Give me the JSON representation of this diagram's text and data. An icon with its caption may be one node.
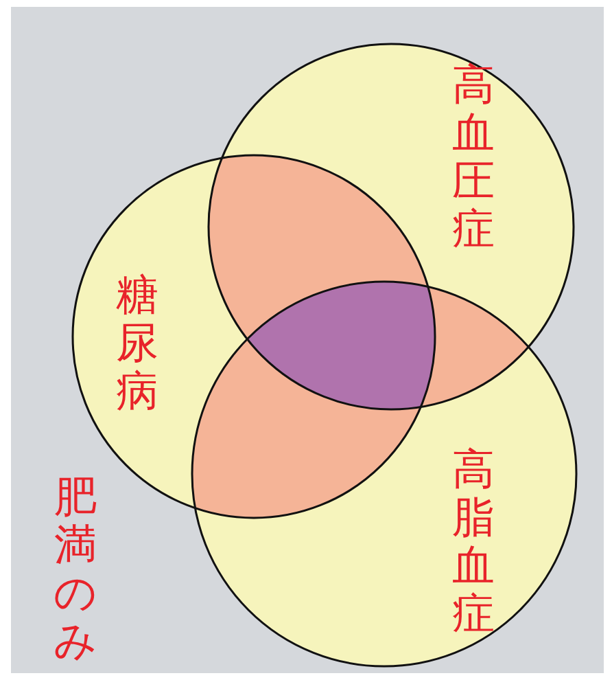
{
  "diagram": {
    "nodes": [
      {
        "text": [
          "高血圧症"
        ]
      },
      {
        "text": [
          "糖尿病"
        ]
      },
      {
        "text": [
          "高脂血症"
        ]
      }
    ],
    "edges": [],
    "labels": [
      "肥満のみ"
    ]
  }
}
